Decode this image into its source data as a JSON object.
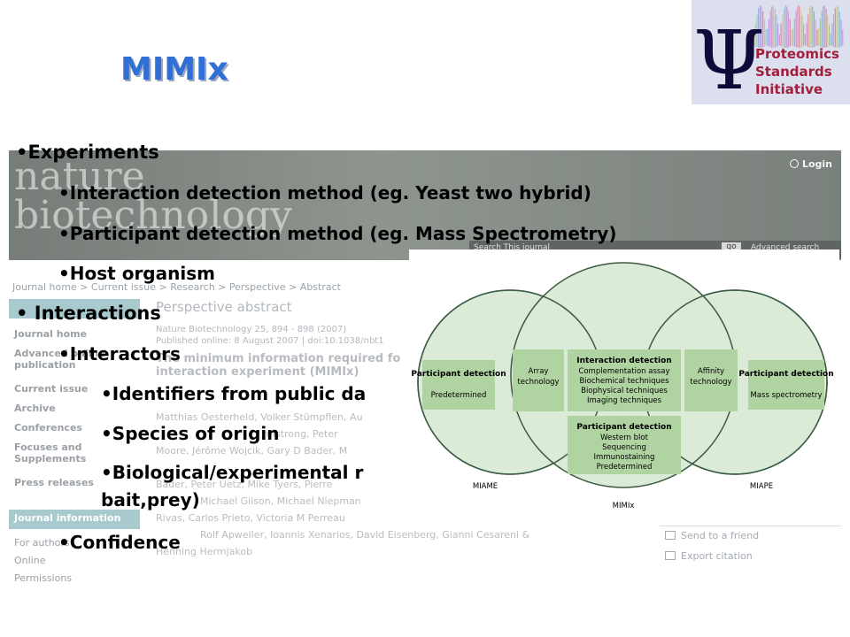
{
  "slide": {
    "title": "MIMIx",
    "bullet_glyph": "•",
    "bullets": [
      {
        "text": "Experiments"
      },
      {
        "text": "Interaction detection method (eg. Yeast two hybrid)"
      },
      {
        "text": "Participant detection method (eg. Mass Spectrometry)"
      },
      {
        "text": "Host organism"
      },
      {
        "text": "Interactions"
      },
      {
        "text": "Interactors"
      },
      {
        "text": "Identifiers from public da"
      },
      {
        "text": "Species of origin"
      },
      {
        "text": "Biological/experimental r"
      },
      {
        "text": "bait,prey)"
      },
      {
        "text": "Confidence"
      }
    ]
  },
  "logo": {
    "symbol": "Ψ",
    "lines": [
      "Proteomics",
      "Standards",
      "Initiative"
    ],
    "colors": {
      "symbol": "#0f0a3a",
      "text": "#a21f3c",
      "background": "#dcdfee"
    }
  },
  "journal": {
    "logo_text": "nature\nbiotechnology",
    "login": "Login",
    "search_in": "Search This journal",
    "go": "go",
    "advanced_search": "Advanced search",
    "breadcrumb": "Journal home > Current issue > Research > Perspective > Abstract",
    "nav_items": [
      "Journal home",
      "Advanced online publication",
      "Current issue",
      "Archive",
      "Conferences",
      "Focuses and Supplements",
      "Press releases"
    ],
    "journal_info": "Journal information",
    "info_items": [
      "For authors",
      "Online",
      "Permissions"
    ],
    "article": {
      "section": "Perspective abstract",
      "citation": "Nature Biotechnology 25, 894 - 898 (2007)",
      "published": "Published online: 8 August 2007 | doi:10.1038/nbt1",
      "heading": "The minimum information required fo",
      "heading2": "interaction experiment (MIMIx)",
      "authors": [
        "Matthias Oesterheld, Volker Stümpflen, Au",
        "rmstrong, Peter",
        "Moore, Jérôme Wojcik, Gary D Bader, M",
        "Bader, Peter Uetz, Mike Tyers, Pierre",
        "Michael Gilson, Michael Niepman",
        "Rivas, Carlos Prieto, Victoria M Perreau",
        "Rolf Apweiler, Ioannis Xenarios, David Eisenberg, Gianni Cesareni &",
        "Henning Hermjakob"
      ]
    },
    "tools": [
      "Send to a friend",
      "Export citation"
    ]
  },
  "diagram": {
    "center": {
      "title": "Interaction detection",
      "items": [
        "Complementation assay",
        "Biochemical techniques",
        "Biophysical techniques",
        "Imaging techniques"
      ]
    },
    "participant_center": {
      "title": "Participant detection",
      "items": [
        "Western blot",
        "Sequencing",
        "Immunostaining",
        "Predetermined"
      ]
    },
    "left_box": {
      "title": "Participant detection",
      "items": [
        "Predetermined"
      ]
    },
    "right_box": {
      "title": "Participant detection",
      "items": [
        "Mass spectrometry"
      ]
    },
    "left_overlap": "Array technology",
    "right_overlap": "Affinity technology",
    "labels": {
      "left": "MIAME",
      "right": "MIAPE",
      "bottom": "MIMIx"
    },
    "colors": {
      "circle": "#dcebd8",
      "circle_stroke": "#3c5a44",
      "box": "#b0d3a2"
    }
  }
}
